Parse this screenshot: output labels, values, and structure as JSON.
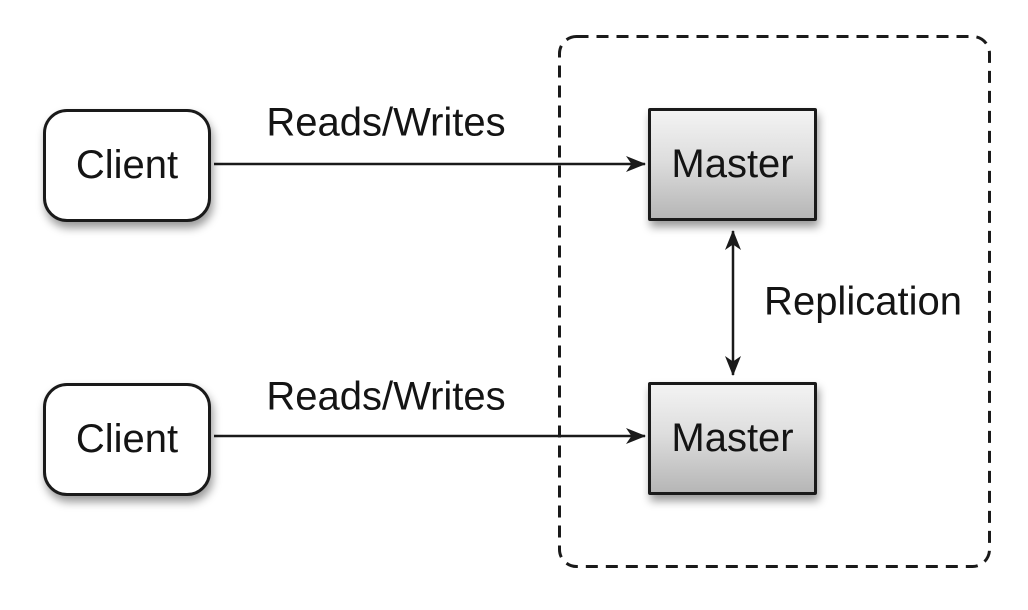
{
  "diagram": {
    "clients": [
      {
        "label": "Client"
      },
      {
        "label": "Client"
      }
    ],
    "masters": [
      {
        "label": "Master"
      },
      {
        "label": "Master"
      }
    ],
    "edges": [
      {
        "label": "Reads/Writes",
        "from": "client-top",
        "to": "master-top",
        "bidirectional": false
      },
      {
        "label": "Reads/Writes",
        "from": "client-bottom",
        "to": "master-bottom",
        "bidirectional": false
      },
      {
        "label": "Replication",
        "from": "master-top",
        "to": "master-bottom",
        "bidirectional": true
      }
    ],
    "colors": {
      "background": "#ffffff",
      "stroke": "#1a1a1a",
      "client_fill": "#ffffff",
      "master_fill_top": "#f3f3f3",
      "master_fill_bottom": "#b6b6b6",
      "text": "#141414"
    }
  }
}
